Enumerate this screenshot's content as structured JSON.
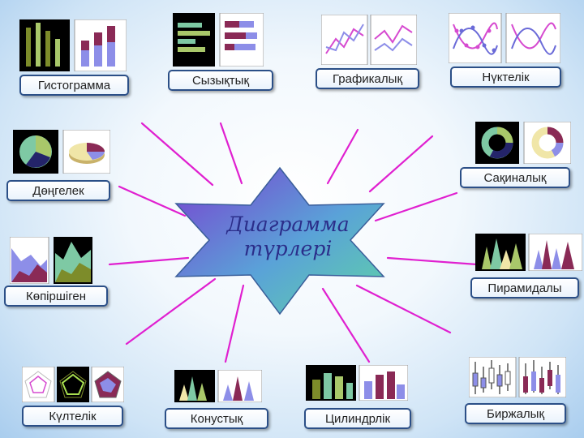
{
  "center": {
    "line1": "Диаграмма",
    "line2": "түрлері"
  },
  "types": [
    {
      "label": "Гистограмма",
      "icon": "histogram-chart-icon"
    },
    {
      "label": "Сызықтық",
      "icon": "horizontal-bar-chart-icon"
    },
    {
      "label": "Графикалық",
      "icon": "line-graph-icon"
    },
    {
      "label": "Нүктелік",
      "icon": "scatter-chart-icon"
    },
    {
      "label": "Дөңгелек",
      "icon": "pie-chart-icon"
    },
    {
      "label": "Сақиналық",
      "icon": "donut-chart-icon"
    },
    {
      "label": "Көпіршіген",
      "icon": "area-chart-icon"
    },
    {
      "label": "Пирамидалы",
      "icon": "pyramid-chart-icon"
    },
    {
      "label": "Күлтелік",
      "icon": "radar-chart-icon"
    },
    {
      "label": "Конустық",
      "icon": "cone-chart-icon"
    },
    {
      "label": "Цилиндрлік",
      "icon": "cylinder-chart-icon"
    },
    {
      "label": "Биржалық",
      "icon": "stock-chart-icon"
    }
  ],
  "colors": {
    "connector": "#e020d0",
    "star_fill_start": "#7a3fd0",
    "star_fill_end": "#5fd3a6",
    "center_text": "#2b2e8a",
    "label_border": "#2b4f87"
  }
}
